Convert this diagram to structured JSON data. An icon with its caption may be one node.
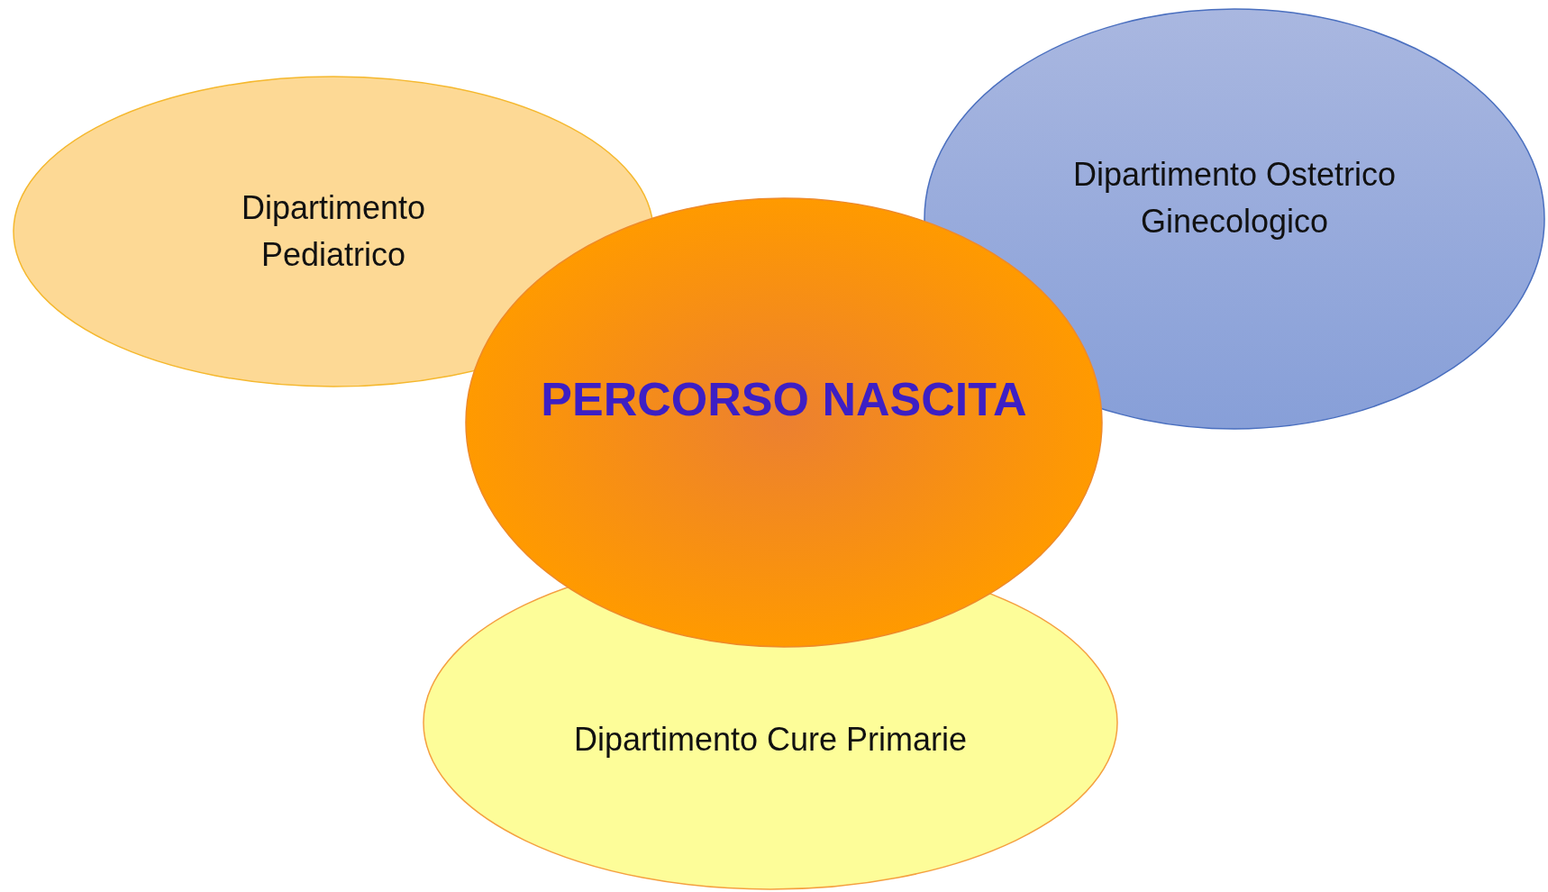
{
  "diagram": {
    "nodes": [
      {
        "text": [
          "Dipartimento Pediatrico"
        ]
      },
      {
        "text": [
          "Dipartimento Ostetrico Ginecologico"
        ]
      },
      {
        "text": [
          "Dipartimento Cure Primarie"
        ]
      },
      {
        "text": [
          "PERCORSO NASCITA"
        ]
      }
    ]
  }
}
